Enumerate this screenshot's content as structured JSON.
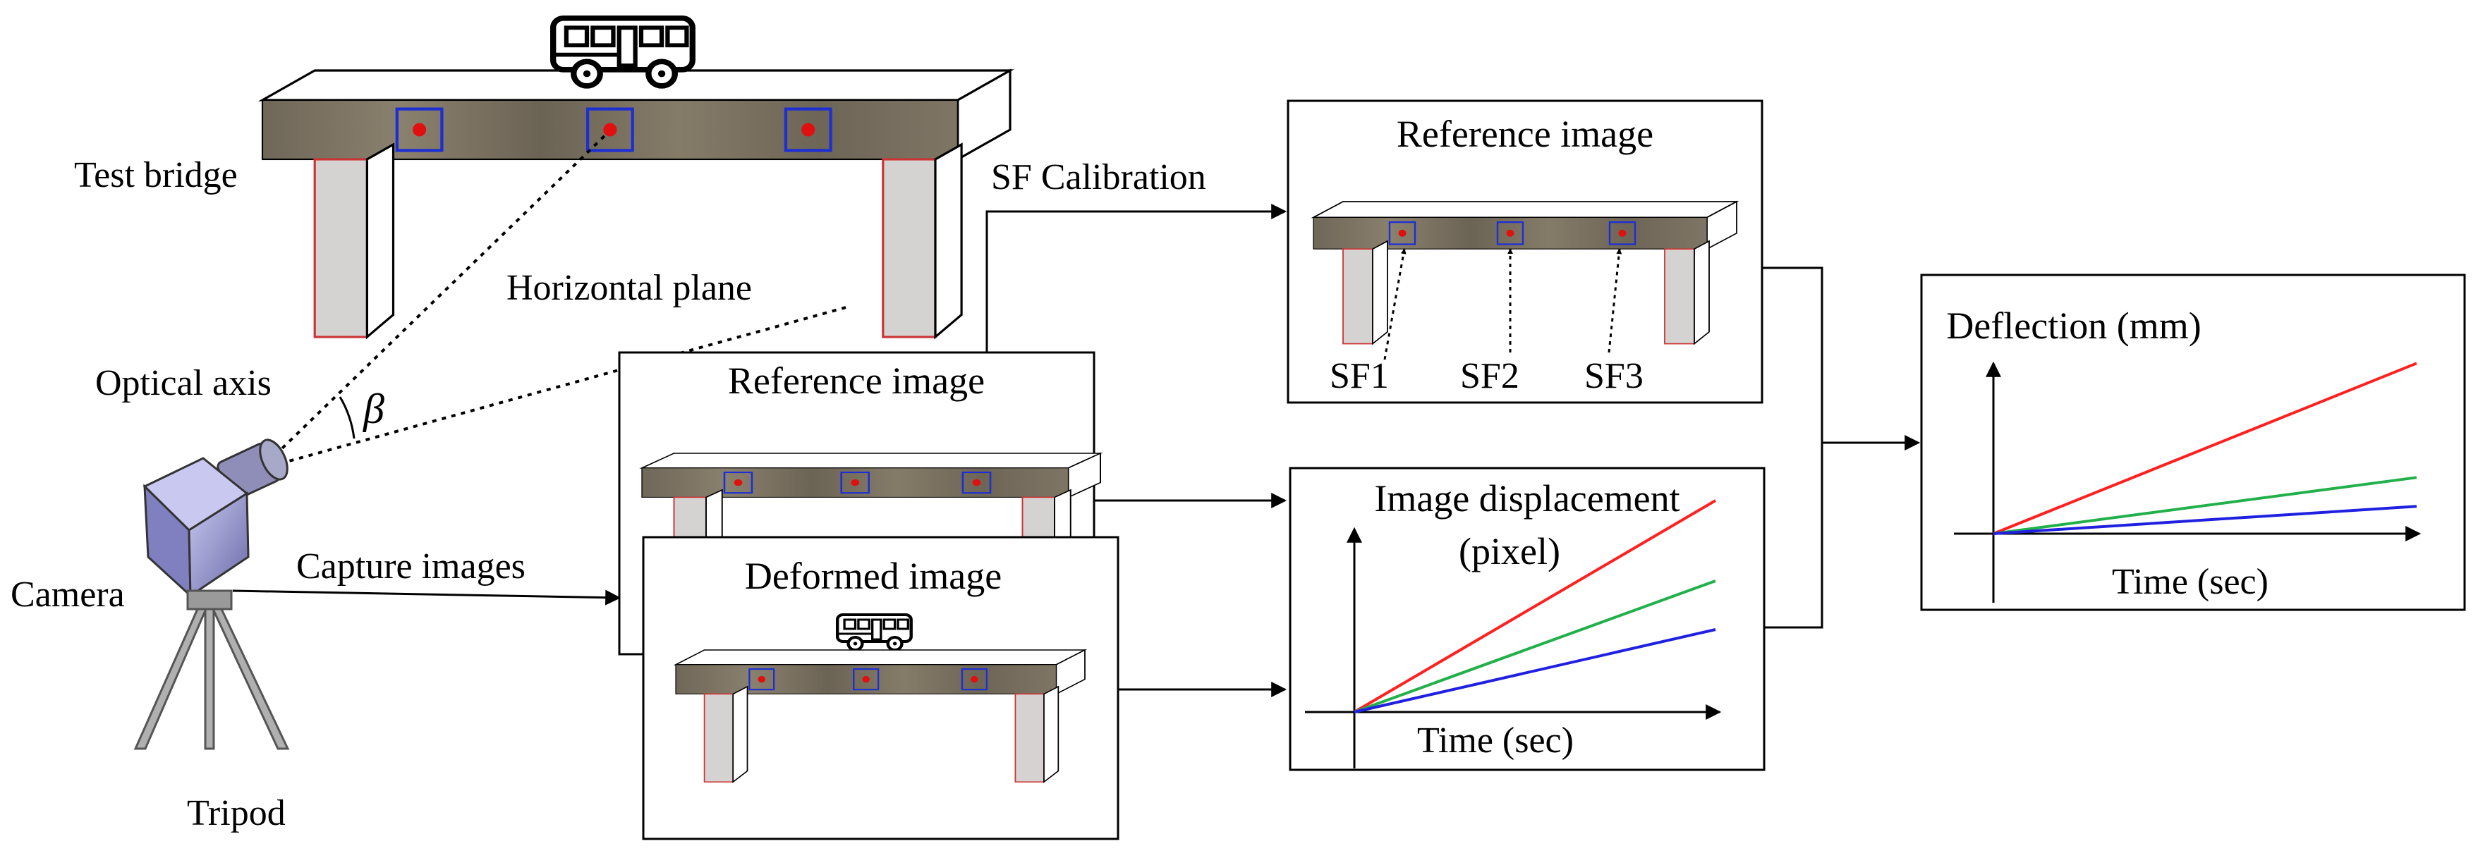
{
  "labels": {
    "test_bridge": "Test bridge",
    "horizontal_plane": "Horizontal plane",
    "optical_axis": "Optical axis",
    "beta": "β",
    "camera": "Camera",
    "capture_images": "Capture images",
    "tripod": "Tripod",
    "sf_calibration": "SF Calibration",
    "sf1": "SF1",
    "sf2": "SF2",
    "sf3": "SF3"
  },
  "panels": {
    "reference_left": {
      "title": "Reference image"
    },
    "deformed_left": {
      "title": "Deformed image"
    },
    "reference_top": {
      "title": "Reference image"
    },
    "image_displacement": {
      "title_line1": "Image displacement",
      "title_line2": "(pixel)",
      "xlabel": "Time (sec)"
    },
    "deflection": {
      "title": "Deflection (mm)",
      "xlabel": "Time (sec)"
    }
  },
  "colors": {
    "deck": "#7f7565",
    "deck_dark": "#5a5245",
    "pier": "#d5d3d2",
    "pier_outline": "#cc3333",
    "target_box": "#1d2fd3",
    "target_dot": "#e01010",
    "series_red": "#ff2020",
    "series_green": "#22b04a",
    "series_blue": "#2020e0"
  },
  "chart_data": [
    {
      "type": "line",
      "title": "Image displacement (pixel)",
      "xlabel": "Time (sec)",
      "ylabel": "",
      "x": [
        0,
        1
      ],
      "series": [
        {
          "color": "#ff2020",
          "values": [
            0,
            1.0
          ]
        },
        {
          "color": "#22b04a",
          "values": [
            0,
            0.62
          ]
        },
        {
          "color": "#2020e0",
          "values": [
            0,
            0.39
          ]
        }
      ],
      "ylim": [
        0,
        1.1
      ],
      "grid": false
    },
    {
      "type": "line",
      "title": "Deflection (mm)",
      "xlabel": "Time (sec)",
      "ylabel": "",
      "x": [
        0,
        1
      ],
      "series": [
        {
          "color": "#ff2020",
          "values": [
            0,
            1.0
          ]
        },
        {
          "color": "#22b04a",
          "values": [
            0,
            0.33
          ]
        },
        {
          "color": "#2020e0",
          "values": [
            0,
            0.16
          ]
        }
      ],
      "ylim": [
        -0.1,
        1.2
      ],
      "grid": false
    }
  ]
}
